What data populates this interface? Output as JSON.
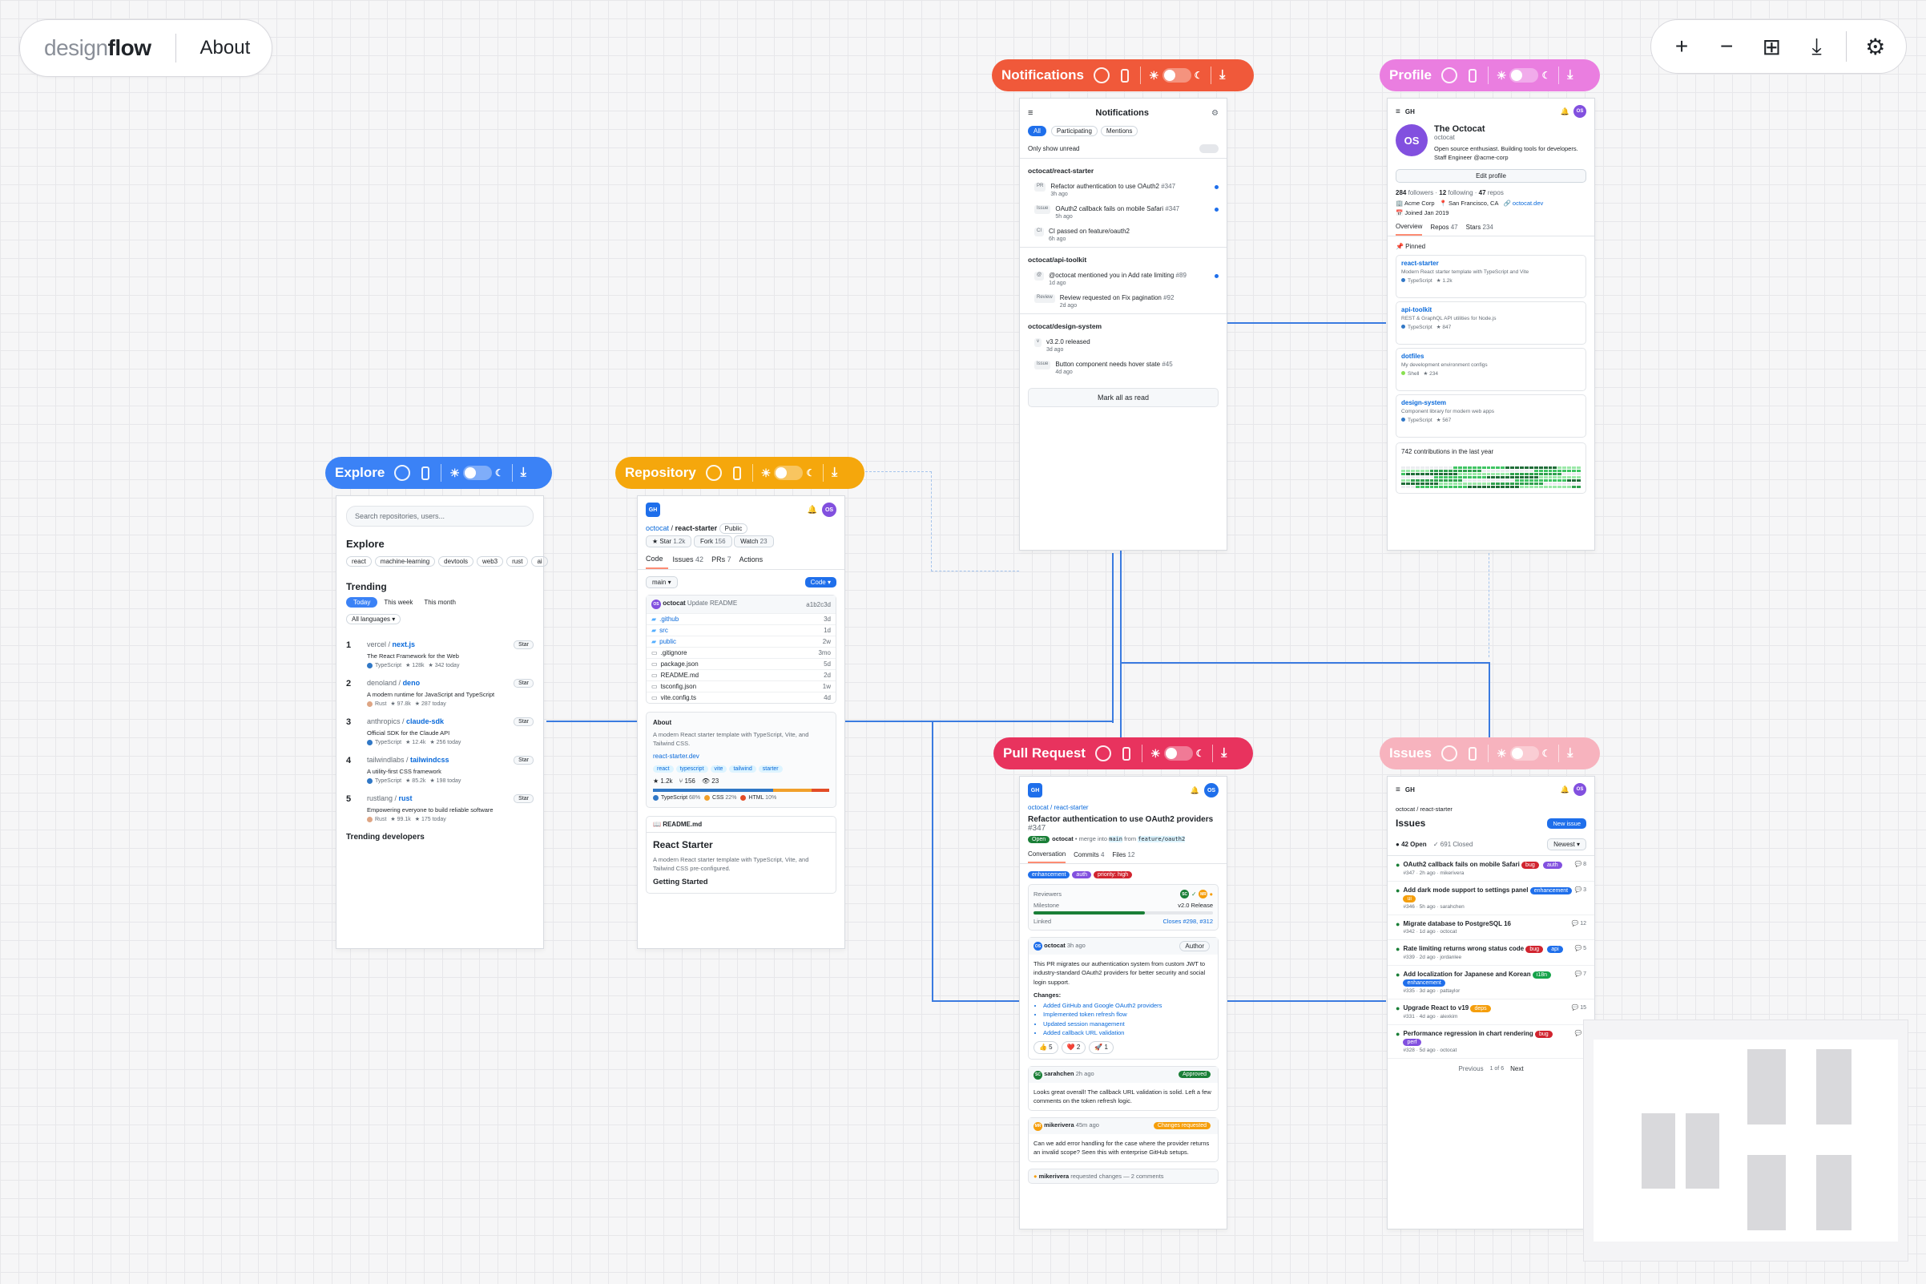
{
  "app": {
    "brand_light": "design",
    "brand_bold": "flow",
    "about": "About"
  },
  "toolbar": {
    "zoom_in": "+",
    "zoom_out": "−",
    "grid": "⊞",
    "download": "⤓",
    "settings": "⚙"
  },
  "frames": {
    "explore": "Explore",
    "repository": "Repository",
    "notifications": "Notifications",
    "profile": "Profile",
    "pull_request": "Pull Request",
    "issues": "Issues"
  },
  "pill_colors": {
    "explore": "#3b82f6",
    "repository": "#f5a70c",
    "notifications": "#f0593a",
    "profile": "#ea7ee0",
    "pull_request": "#e8335e",
    "issues": "#f7b3be"
  },
  "explore": {
    "search_placeholder": "Search repositories, users...",
    "title": "Explore",
    "topics": [
      "react",
      "machine-learning",
      "devtools",
      "web3",
      "rust",
      "ai"
    ],
    "trending": "Trending",
    "periods": [
      "Today",
      "This week",
      "This month"
    ],
    "lang_filter": "All languages ▾",
    "repos": [
      {
        "rank": "1",
        "owner": "vercel /",
        "name": "next.js",
        "desc": "The React Framework for the Web",
        "lang": "TypeScript",
        "color": "#3178c6",
        "stars": "★ 128k",
        "today": "★ 342 today"
      },
      {
        "rank": "2",
        "owner": "denoland /",
        "name": "deno",
        "desc": "A modern runtime for JavaScript and TypeScript",
        "lang": "Rust",
        "color": "#dea584",
        "stars": "★ 97.8k",
        "today": "★ 287 today"
      },
      {
        "rank": "3",
        "owner": "anthropics /",
        "name": "claude-sdk",
        "desc": "Official SDK for the Claude API",
        "lang": "TypeScript",
        "color": "#3178c6",
        "stars": "★ 12.4k",
        "today": "★ 256 today"
      },
      {
        "rank": "4",
        "owner": "tailwindlabs /",
        "name": "tailwindcss",
        "desc": "A utility-first CSS framework",
        "lang": "TypeScript",
        "color": "#3178c6",
        "stars": "★ 85.2k",
        "today": "★ 198 today"
      },
      {
        "rank": "5",
        "owner": "rustlang /",
        "name": "rust",
        "desc": "Empowering everyone to build reliable software",
        "lang": "Rust",
        "color": "#dea584",
        "stars": "★ 99.1k",
        "today": "★ 175 today"
      }
    ],
    "star_btn": "Star",
    "trending_devs": "Trending developers"
  },
  "repo": {
    "logo": "GH",
    "avatar": "OS",
    "owner": "octocat",
    "slash": "/",
    "name": "react-starter",
    "visibility": "Public",
    "star": "★ Star",
    "star_count": "1.2k",
    "fork": "Fork",
    "fork_count": "156",
    "watch": "Watch",
    "watch_count": "23",
    "tabs": [
      {
        "label": "Code",
        "count": ""
      },
      {
        "label": "Issues",
        "count": "42"
      },
      {
        "label": "PRs",
        "count": "7"
      },
      {
        "label": "Actions",
        "count": ""
      }
    ],
    "branch": "main ▾",
    "code_btn": "Code ▾",
    "commit_user": "octocat",
    "commit_msg": "Update README",
    "commit_hash": "a1b2c3d",
    "files": [
      {
        "name": ".github",
        "age": "3d",
        "dir": true
      },
      {
        "name": "src",
        "age": "1d",
        "dir": true
      },
      {
        "name": "public",
        "age": "2w",
        "dir": true
      },
      {
        "name": ".gitignore",
        "age": "3mo",
        "dir": false
      },
      {
        "name": "package.json",
        "age": "5d",
        "dir": false
      },
      {
        "name": "README.md",
        "age": "2d",
        "dir": false
      },
      {
        "name": "tsconfig.json",
        "age": "1w",
        "dir": false
      },
      {
        "name": "vite.config.ts",
        "age": "4d",
        "dir": false
      }
    ],
    "about_title": "About",
    "about_desc": "A modern React starter template with TypeScript, Vite, and Tailwind CSS.",
    "about_link": "react-starter.dev",
    "about_tags": [
      "react",
      "typescript",
      "vite",
      "tailwind",
      "starter"
    ],
    "stats": [
      "★ 1.2k",
      "⑂ 156",
      "👁 23"
    ],
    "langs": [
      {
        "name": "TypeScript",
        "pct": "68%",
        "color": "#3178c6"
      },
      {
        "name": "CSS",
        "pct": "22%",
        "color": "#f1a02b"
      },
      {
        "name": "HTML",
        "pct": "10%",
        "color": "#e34c26"
      }
    ],
    "readme_label": "README.md",
    "readme_title": "React Starter",
    "readme_desc": "A modern React starter template with TypeScript, Vite, and Tailwind CSS pre-configured.",
    "readme_sub": "Getting Started"
  },
  "notif": {
    "title": "Notifications",
    "filters": [
      "All",
      "Participating",
      "Mentions"
    ],
    "unread": "Only show unread",
    "groups": [
      {
        "repo": "octocat/react-starter",
        "items": [
          {
            "type": "PR",
            "title": "Refactor authentication to use OAuth2",
            "ref": "#347",
            "time": "3h ago",
            "unread": true
          },
          {
            "type": "Issue",
            "title": "OAuth2 callback fails on mobile Safari",
            "ref": "#347",
            "time": "5h ago",
            "unread": true
          },
          {
            "type": "CI",
            "title": "CI passed on feature/oauth2",
            "ref": "",
            "time": "6h ago",
            "unread": false
          }
        ]
      },
      {
        "repo": "octocat/api-toolkit",
        "items": [
          {
            "type": "@",
            "title": "@octocat mentioned you in Add rate limiting",
            "ref": "#89",
            "time": "1d ago",
            "unread": true
          },
          {
            "type": "Review",
            "title": "Review requested on Fix pagination",
            "ref": "#92",
            "time": "2d ago",
            "unread": false
          }
        ]
      },
      {
        "repo": "octocat/design-system",
        "items": [
          {
            "type": "v",
            "title": "v3.2.0 released",
            "ref": "",
            "time": "3d ago",
            "unread": false
          },
          {
            "type": "Issue",
            "title": "Button component needs hover state",
            "ref": "#45",
            "time": "4d ago",
            "unread": false
          }
        ]
      }
    ],
    "mark_all": "Mark all as read"
  },
  "profile": {
    "logo": "GH",
    "avatar": "OS",
    "name": "The Octocat",
    "login": "octocat",
    "bio": "Open source enthusiast. Building tools for developers. Staff Engineer @acme-corp",
    "edit": "Edit profile",
    "followers": "284",
    "followers_lbl": "followers ·",
    "following": "12",
    "following_lbl": "following ·",
    "repos": "47",
    "repos_lbl": "repos",
    "company": "🏢 Acme Corp",
    "location": "📍 San Francisco, CA",
    "site": "🔗 octocat.dev",
    "joined": "📅 Joined Jan 2019",
    "tabs": [
      {
        "label": "Overview",
        "count": ""
      },
      {
        "label": "Repos",
        "count": "47"
      },
      {
        "label": "Stars",
        "count": "234"
      }
    ],
    "pinned": "📌 Pinned",
    "pins": [
      {
        "name": "react-starter",
        "desc": "Modern React starter template with TypeScript and Vite",
        "lang": "TypeScript",
        "color": "#3178c6",
        "stars": "★ 1.2k"
      },
      {
        "name": "api-toolkit",
        "desc": "REST & GraphQL API utilities for Node.js",
        "lang": "TypeScript",
        "color": "#3178c6",
        "stars": "★ 847"
      },
      {
        "name": "dotfiles",
        "desc": "My development environment configs",
        "lang": "Shell",
        "color": "#89e051",
        "stars": "★ 234"
      },
      {
        "name": "design-system",
        "desc": "Component library for modern web apps",
        "lang": "TypeScript",
        "color": "#3178c6",
        "stars": "★ 567"
      }
    ],
    "contrib": "742 contributions in the last year"
  },
  "pr": {
    "logo": "GH",
    "avatar": "OS",
    "repo": "octocat / react-starter",
    "title": "Refactor authentication to use OAuth2 providers",
    "number": "#347",
    "state": "Open",
    "meta_user": "octocat",
    "meta": "• merge into",
    "base": "main",
    "from": "from",
    "head": "feature/oauth2",
    "tabs": [
      {
        "label": "Conversation",
        "count": ""
      },
      {
        "label": "Commits",
        "count": "4"
      },
      {
        "label": "Files",
        "count": "12"
      }
    ],
    "labels": [
      {
        "t": "enhancement",
        "c": "#1f6feb"
      },
      {
        "t": "auth",
        "c": "#8250df"
      },
      {
        "t": "priority: high",
        "c": "#d1242f"
      }
    ],
    "reviewers": "Reviewers",
    "milestone": "Milestone",
    "milestone_val": "v2.0 Release",
    "linked": "Linked",
    "linked_val": "Closes #298, #312",
    "comments": [
      {
        "user": "octocat",
        "time": "3h ago",
        "badge": "Author",
        "body": "This PR migrates our authentication system from custom JWT to industry-standard OAuth2 providers for better security and social login support."
      },
      {
        "user": "sarahchen",
        "time": "2h ago",
        "badge": "Approved",
        "body": "Looks great overall! The callback URL validation is solid. Left a few comments on the token refresh logic."
      },
      {
        "user": "mikerivera",
        "time": "45m ago",
        "badge": "Changes requested",
        "body": "Can we add error handling for the case where the provider returns an invalid scope? Seen this with enterprise GitHub setups."
      }
    ],
    "changes_title": "Changes:",
    "changes": [
      "Added GitHub and Google OAuth2 providers",
      "Implemented token refresh flow",
      "Updated session management",
      "Added callback URL validation"
    ],
    "reactions": [
      "👍 5",
      "❤️ 2",
      "🚀 1"
    ],
    "footer_user": "mikerivera",
    "footer": "requested changes — 2 comments"
  },
  "issues": {
    "logo": "GH",
    "avatar": "OS",
    "crumb": "octocat / react-starter",
    "title": "Issues",
    "new_btn": "New issue",
    "open": "42 Open",
    "closed": "✓ 691 Closed",
    "sort": "Newest ▾",
    "list": [
      {
        "title": "OAuth2 callback fails on mobile Safari",
        "labels": [
          {
            "t": "bug",
            "c": "#d1242f"
          },
          {
            "t": "auth",
            "c": "#8250df"
          }
        ],
        "meta": "#347 · 2h ago · mikerivera",
        "comments": "💬 8"
      },
      {
        "title": "Add dark mode support to settings panel",
        "labels": [
          {
            "t": "enhancement",
            "c": "#1f6feb"
          },
          {
            "t": "ui",
            "c": "#f59e0b"
          }
        ],
        "meta": "#346 · 5h ago · sarahchen",
        "comments": "💬 3"
      },
      {
        "title": "Migrate database to PostgreSQL 16",
        "labels": [],
        "meta": "#342 · 1d ago · octocat",
        "comments": "💬 12"
      },
      {
        "title": "Rate limiting returns wrong status code",
        "labels": [
          {
            "t": "bug",
            "c": "#d1242f"
          },
          {
            "t": "api",
            "c": "#1f6feb"
          }
        ],
        "meta": "#339 · 2d ago · jordanlee",
        "comments": "💬 5"
      },
      {
        "title": "Add localization for Japanese and Korean",
        "labels": [
          {
            "t": "i18n",
            "c": "#16a34a"
          },
          {
            "t": "enhancement",
            "c": "#1f6feb"
          }
        ],
        "meta": "#335 · 3d ago · pattaylor",
        "comments": "💬 7"
      },
      {
        "title": "Upgrade React to v19",
        "labels": [
          {
            "t": "deps",
            "c": "#f59e0b"
          }
        ],
        "meta": "#331 · 4d ago · alexkim",
        "comments": "💬 15"
      },
      {
        "title": "Performance regression in chart rendering",
        "labels": [
          {
            "t": "bug",
            "c": "#d1242f"
          },
          {
            "t": "perf",
            "c": "#8250df"
          }
        ],
        "meta": "#328 · 5d ago · octocat",
        "comments": "💬 9"
      }
    ],
    "prev": "Previous",
    "page": "1 of 6",
    "next": "Next"
  }
}
